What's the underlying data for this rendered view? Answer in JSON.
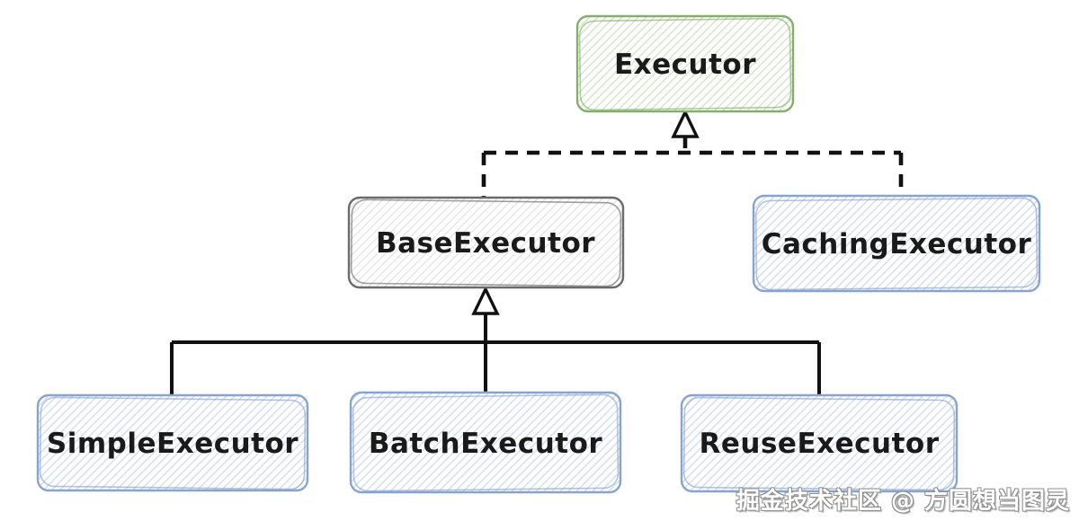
{
  "diagram": {
    "type": "class-hierarchy",
    "nodes": [
      {
        "id": "executor",
        "label": "Executor",
        "color_name": "green",
        "border_color": "#84af6b",
        "hatch_color": "#cde1c4"
      },
      {
        "id": "base-executor",
        "label": "BaseExecutor",
        "color_name": "gray",
        "border_color": "#6b6b6b",
        "hatch_color": "#e2e2e2"
      },
      {
        "id": "caching-executor",
        "label": "CachingExecutor",
        "color_name": "blue",
        "border_color": "#87a3cf",
        "hatch_color": "#ccd9ec"
      },
      {
        "id": "simple-executor",
        "label": "SimpleExecutor",
        "color_name": "blue",
        "border_color": "#87a3cf",
        "hatch_color": "#ccd9ec"
      },
      {
        "id": "batch-executor",
        "label": "BatchExecutor",
        "color_name": "blue",
        "border_color": "#87a3cf",
        "hatch_color": "#ccd9ec"
      },
      {
        "id": "reuse-executor",
        "label": "ReuseExecutor",
        "color_name": "blue",
        "border_color": "#87a3cf",
        "hatch_color": "#ccd9ec"
      }
    ],
    "edges": [
      {
        "from": "BaseExecutor",
        "to": "Executor",
        "style": "dashed",
        "arrowhead": "hollow-triangle"
      },
      {
        "from": "CachingExecutor",
        "to": "Executor",
        "style": "dashed",
        "arrowhead": "hollow-triangle"
      },
      {
        "from": "SimpleExecutor",
        "to": "BaseExecutor",
        "style": "solid",
        "arrowhead": "hollow-triangle"
      },
      {
        "from": "BatchExecutor",
        "to": "BaseExecutor",
        "style": "solid",
        "arrowhead": "hollow-triangle"
      },
      {
        "from": "ReuseExecutor",
        "to": "BaseExecutor",
        "style": "solid",
        "arrowhead": "hollow-triangle"
      }
    ],
    "line_color": "#111111",
    "text_color": "#1a1a1a",
    "background": "#ffffff"
  },
  "watermark": {
    "text": "掘金技术社区 @ 方圆想当图灵"
  }
}
